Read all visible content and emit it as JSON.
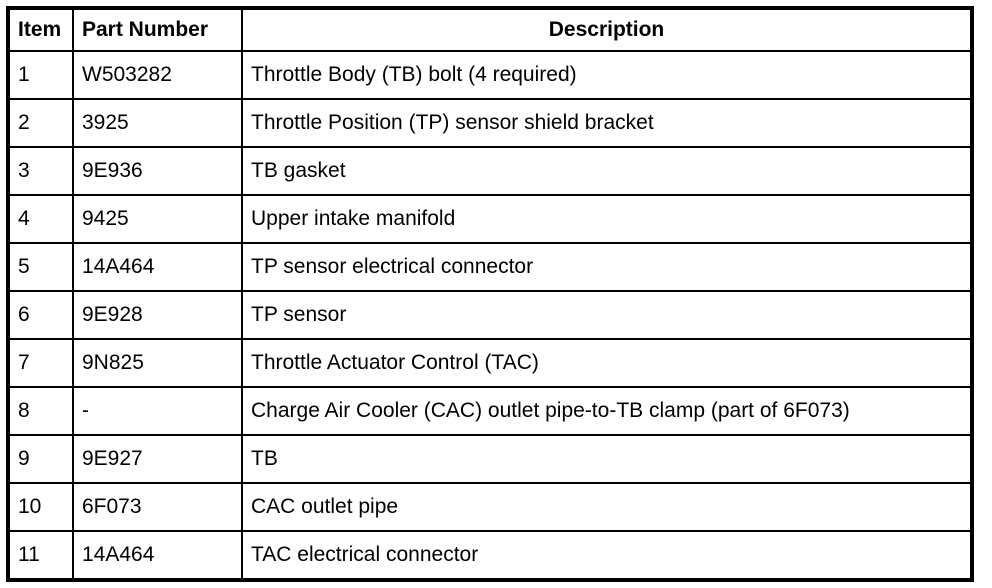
{
  "table": {
    "headers": [
      "Item",
      "Part Number",
      "Description"
    ],
    "rows": [
      {
        "item": "1",
        "part_number": "W503282",
        "description": "Throttle Body (TB) bolt (4 required)"
      },
      {
        "item": "2",
        "part_number": "3925",
        "description": "Throttle Position (TP) sensor shield bracket"
      },
      {
        "item": "3",
        "part_number": "9E936",
        "description": "TB gasket"
      },
      {
        "item": "4",
        "part_number": "9425",
        "description": "Upper intake manifold"
      },
      {
        "item": "5",
        "part_number": "14A464",
        "description": "TP sensor electrical connector"
      },
      {
        "item": "6",
        "part_number": "9E928",
        "description": "TP sensor"
      },
      {
        "item": "7",
        "part_number": "9N825",
        "description": "Throttle Actuator Control (TAC)"
      },
      {
        "item": "8",
        "part_number": "-",
        "description": "Charge Air Cooler (CAC) outlet pipe-to-TB clamp (part of 6F073)"
      },
      {
        "item": "9",
        "part_number": "9E927",
        "description": "TB"
      },
      {
        "item": "10",
        "part_number": "6F073",
        "description": "CAC outlet pipe"
      },
      {
        "item": "11",
        "part_number": "14A464",
        "description": "TAC electrical connector"
      }
    ],
    "colors": {
      "border": "#000000",
      "background": "#ffffff",
      "text": "#000000"
    }
  }
}
